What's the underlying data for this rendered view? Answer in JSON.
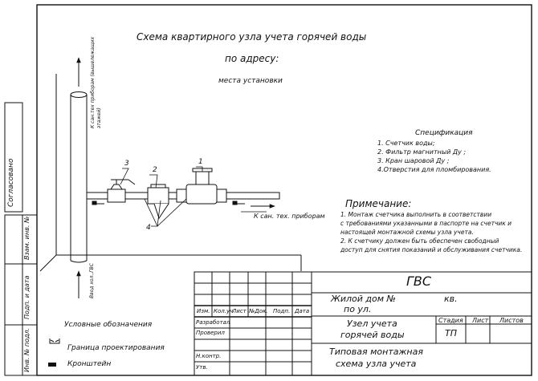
{
  "title": {
    "line1": "Схема квартирного узла учета горячей воды",
    "line2": "по адресу:",
    "line3": "места установки"
  },
  "specification": {
    "heading": "Спецификация",
    "items": [
      "1. Счетчик воды;",
      "2. Фильтр магнитный Ду ;",
      "3. Кран шаровой Ду ;",
      "4.Отверстия для пломбирования."
    ]
  },
  "note": {
    "heading": "Примечание:",
    "lines": [
      "1. Монтаж счетчика выполнить в соответствии",
      "с требованиями указанными в паспорте на счетчик и",
      "настоящей монтажной схемы узла учета.",
      "2. К счетчику должен быть обеспечен свободный",
      "доступ для снятия показаний и обслуживания счетчика."
    ]
  },
  "callouts": {
    "n1": "1",
    "n2": "2",
    "n3": "3",
    "n4": "4",
    "to_devices": "К сан. тех. приборам",
    "riser_top": "К сан.тех приборам (вышележащих этажей)",
    "riser_bottom": "Ввод хол.,ГВС"
  },
  "side_stamp": {
    "agreed": "Согласовано",
    "replaced": "Взам. инв. №",
    "sign_date": "Подп. и дата",
    "inv_orig": "Инв. № подл."
  },
  "legend": {
    "heading": "Условные обозначения",
    "boundary": "Граница проектирования",
    "bracket": "Кронштейн"
  },
  "title_block": {
    "code": "ГВС",
    "headers": [
      "Изм.",
      "Кол.уч",
      "Лист",
      "№Док.",
      "Подп.",
      "Дата"
    ],
    "roles": [
      "Разработал",
      "Проверил",
      "Н.контр.",
      "Утв."
    ],
    "object_line1": "Жилой дом №",
    "object_kv": "кв.",
    "object_line2": "по ул.",
    "unit_line1": "Узел учета",
    "unit_line2": "горячей воды",
    "stage_hdr": "Стадия",
    "sheet_hdr": "Лист",
    "sheets_hdr": "Листов",
    "stage_val": "ТП",
    "drawing_line1": "Типовая монтажная",
    "drawing_line2": "схема узла учета"
  }
}
